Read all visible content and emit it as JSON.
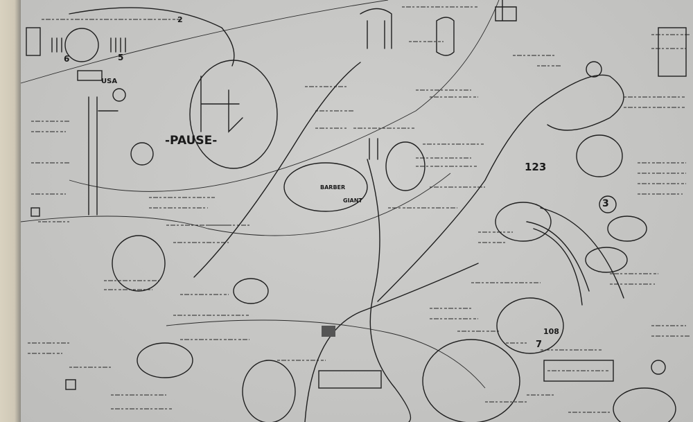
{
  "diagram": {
    "labels": {
      "pause": "-PAUSE-",
      "usa": "USA",
      "num5": "5",
      "num6": "6",
      "num2": "2",
      "num123": "123",
      "num3": "3",
      "barber": "BARBER",
      "giant": "GIANT",
      "num108": "108",
      "num7": "7"
    },
    "colors": {
      "ink": "#1e1e1e",
      "board": "#c4c4c2",
      "wall": "#d9d2c0"
    }
  }
}
